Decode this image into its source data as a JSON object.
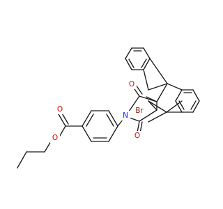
{
  "diagram": {
    "type": "chemical-structure",
    "atoms": [
      {
        "id": "O_ester_carbonyl",
        "symbol": "O",
        "color": "#e00000"
      },
      {
        "id": "O_ester_ether",
        "symbol": "O",
        "color": "#e00000"
      },
      {
        "id": "O_imide_top",
        "symbol": "O",
        "color": "#e00000"
      },
      {
        "id": "O_imide_bottom",
        "symbol": "O",
        "color": "#e00000"
      },
      {
        "id": "N_imide",
        "symbol": "N",
        "color": "#1a1aff"
      },
      {
        "id": "Br_bridgehead",
        "symbol": "Br",
        "color": "#8b2a10"
      }
    ]
  }
}
